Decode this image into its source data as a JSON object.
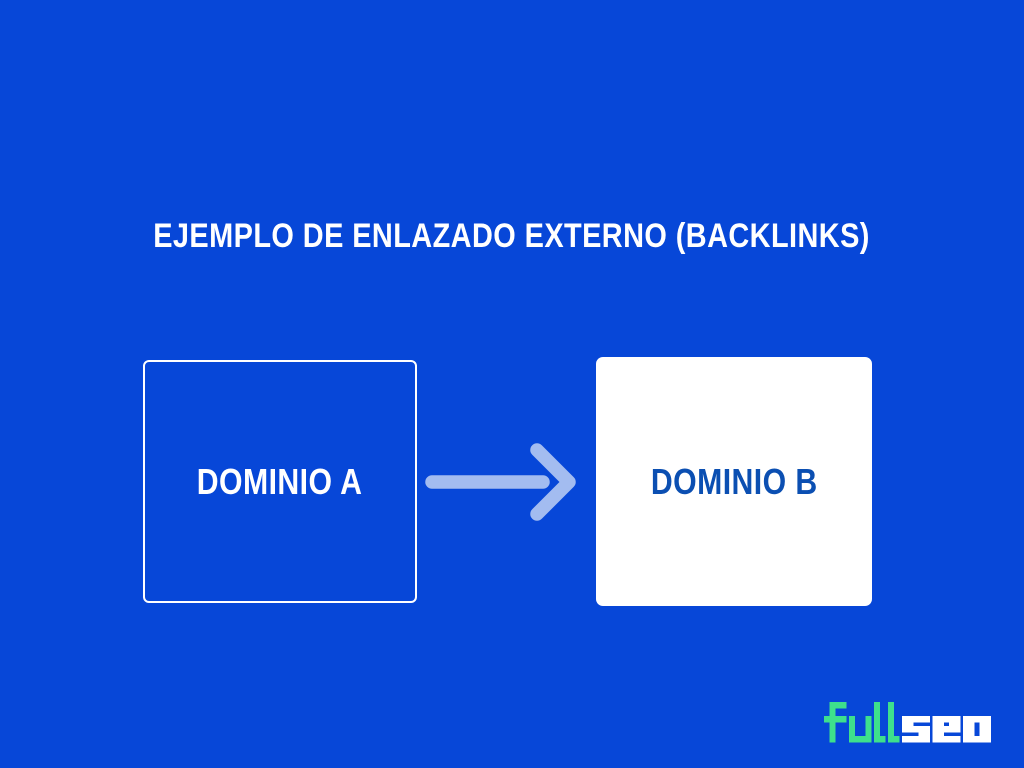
{
  "canvas": {
    "background": "#0747D8"
  },
  "title": {
    "text": "EJEMPLO DE ENLAZADO EXTERNO (BACKLINKS)",
    "color": "#FFFFFF"
  },
  "diagram": {
    "domain_a": {
      "label": "DOMINIO A",
      "text_color": "#FFFFFF",
      "border_color": "#FFFFFF",
      "fill": "transparent"
    },
    "arrow": {
      "icon": "arrow-right-icon",
      "direction": "right",
      "color": "#A3BCF0"
    },
    "domain_b": {
      "label": "DOMINIO B",
      "text_color": "#0B4FB2",
      "fill": "#FFFFFF"
    }
  },
  "logo": {
    "name": "fullseo",
    "segments": [
      {
        "text": "full",
        "color": "#3EE08C"
      },
      {
        "text": "seo",
        "color": "#FFFFFF"
      }
    ]
  }
}
